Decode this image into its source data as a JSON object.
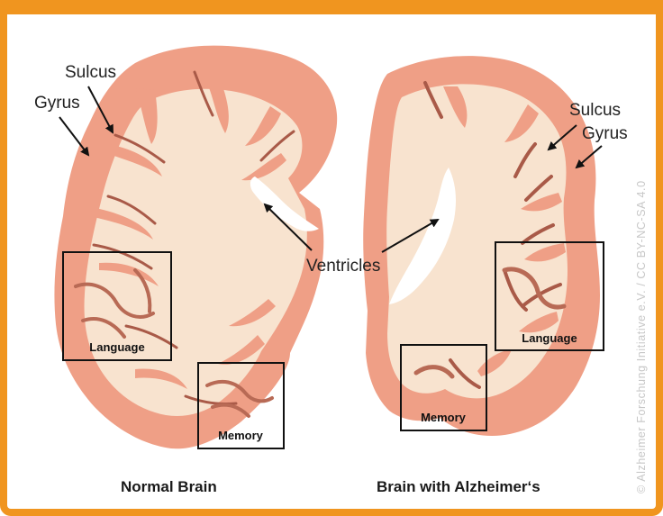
{
  "labels": {
    "sulcus_left": "Sulcus",
    "gyrus_left": "Gyrus",
    "sulcus_right": "Sulcus",
    "gyrus_right": "Gyrus",
    "ventricles": "Ventricles"
  },
  "boxes": {
    "normal_language": "Language",
    "normal_memory": "Memory",
    "alz_memory": "Memory",
    "alz_language": "Language"
  },
  "captions": {
    "normal": "Normal Brain",
    "alzheimers": "Brain with Alzheimer‘s"
  },
  "credit": "© Alzheimer Forschung Initiative e.V. / CC BY-NC-SA 4.0",
  "colors": {
    "frame": "#f0951f",
    "cortex": "#ef9f86",
    "white_matter": "#f8e3cf",
    "sulcus": "#a95a48"
  }
}
